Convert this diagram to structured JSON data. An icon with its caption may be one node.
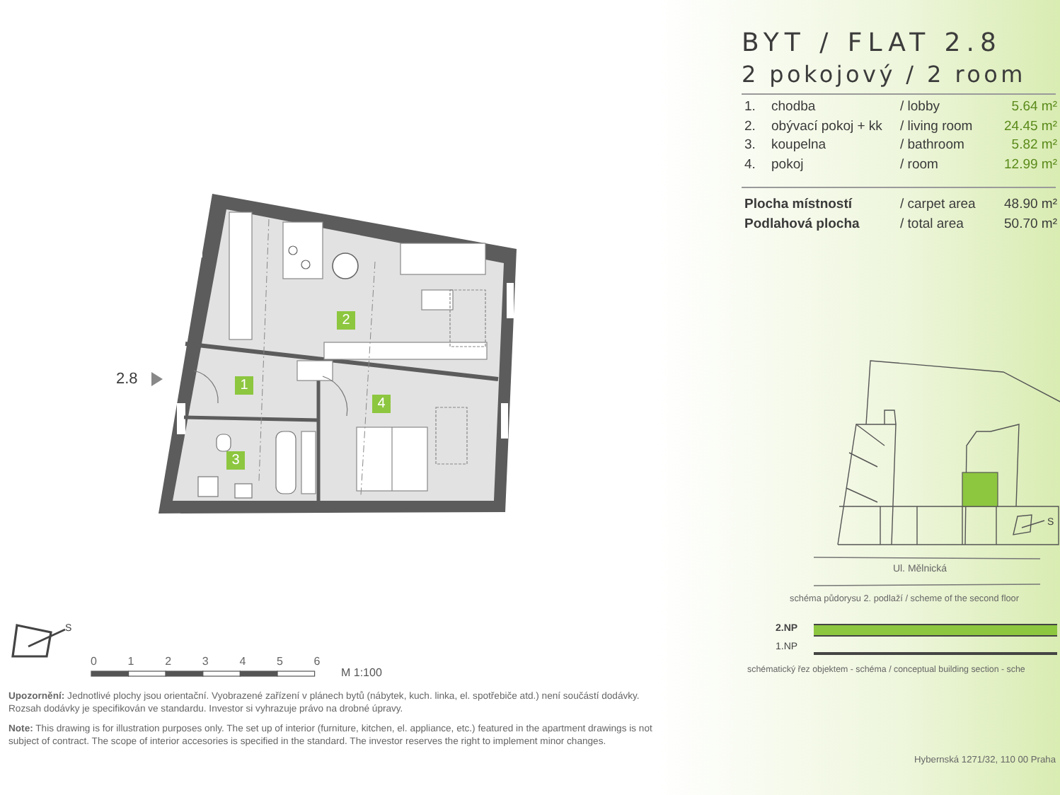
{
  "diagram": {
    "title": "BYT / FLAT 2.8",
    "nodes": [
      {
        "text": [
          "1"
        ]
      },
      {
        "text": [
          "2"
        ]
      },
      {
        "text": [
          "3"
        ]
      },
      {
        "text": [
          "4"
        ]
      }
    ],
    "labels": [
      "2 pokojový / 2 room",
      "1.",
      "chodba",
      "/ lobby",
      "5.64 m²",
      "2.",
      "obývací pokoj + kk",
      "/ living room",
      "24.45 m²",
      "3.",
      "koupelna",
      "/ bathroom",
      "5.82 m²",
      "4.",
      "pokoj",
      "/ room",
      "12.99 m²",
      "Plocha místností",
      "/ carpet area",
      "48.90 m²",
      "Podlahová plocha",
      "/ total area",
      "50.70 m²",
      "2.8",
      "S",
      "0",
      "1",
      "2",
      "3",
      "4",
      "5",
      "6",
      "M 1:100",
      "**Upozornění:** Jednotlivé plochy jsou orientační. Vyobrazené zařízení v plánech bytů (nábytek, kuch. linka, el. spotřebiče atd.) není součástí dodávky. Rozsah dodávky je specifikován ve standardu. Investor si vyhrazuje právo na drobné úpravy.",
      "**Note:** This drawing is for illustration purposes only. The set up of interior (furniture, kitchen, el. appliance, etc.) featured in the apartment drawings is not subject of contract. The scope of interior accesories is specified in the standard. The investor reserves the right to implement minor changes.",
      "S",
      "Ul. Mělnická",
      "schéma půdorysu 2. podlaží / scheme of the second floor",
      "schématický řez objektem - schéma / conceptual building section - sche",
      "Hybernská 1271/32, 110 00 Praha"
    ],
    "legend": [
      {
        "text": "2.NP",
        "color": "#8dc63f"
      },
      {
        "text": "1.NP"
      }
    ]
  }
}
